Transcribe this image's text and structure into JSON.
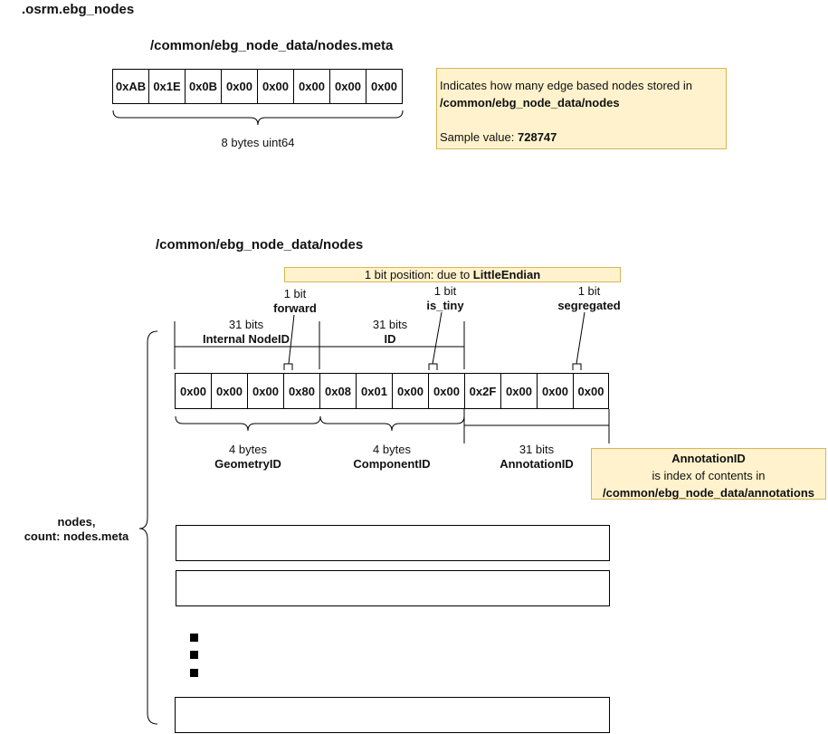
{
  "page_title": ".osrm.ebg_nodes",
  "meta_section": {
    "title": "/common/ebg_node_data/nodes.meta",
    "bytes": [
      "0xAB",
      "0x1E",
      "0x0B",
      "0x00",
      "0x00",
      "0x00",
      "0x00",
      "0x00"
    ],
    "brace_label": "8 bytes uint64",
    "note": {
      "line1": "Indicates how many edge based nodes stored in",
      "line2": "/common/ebg_node_data/nodes",
      "sample_label": "Sample value: ",
      "sample_value": "728747"
    }
  },
  "nodes_section": {
    "title": "/common/ebg_node_data/nodes",
    "bit_note_prefix": "1 bit position: due to ",
    "bit_note_bold": "LittleEndian",
    "bytes": [
      "0x00",
      "0x00",
      "0x00",
      "0x80",
      "0x08",
      "0x01",
      "0x00",
      "0x00",
      "0x2F",
      "0x00",
      "0x00",
      "0x00"
    ],
    "top_labels": {
      "internal_nodeid_bits": "31 bits",
      "internal_nodeid_name": "Internal NodeID",
      "id_bits": "31 bits",
      "id_name": "ID",
      "forward_bits": "1 bit",
      "forward_name": "forward",
      "is_tiny_bits": "1 bit",
      "is_tiny_name": "is_tiny",
      "segregated_bits": "1 bit",
      "segregated_name": "segregated"
    },
    "bottom_labels": {
      "geometry_size": "4 bytes",
      "geometry_name": "GeometryID",
      "component_size": "4 bytes",
      "component_name": "ComponentID",
      "annotation_bits": "31 bits",
      "annotation_name": "AnnotationID"
    },
    "annotation_note": {
      "title": "AnnotationID",
      "line2": "is index of contents in",
      "line3": "/common/ebg_node_data/annotations"
    },
    "left_label_line1": "nodes,",
    "left_label_line2": "count: nodes.meta"
  }
}
